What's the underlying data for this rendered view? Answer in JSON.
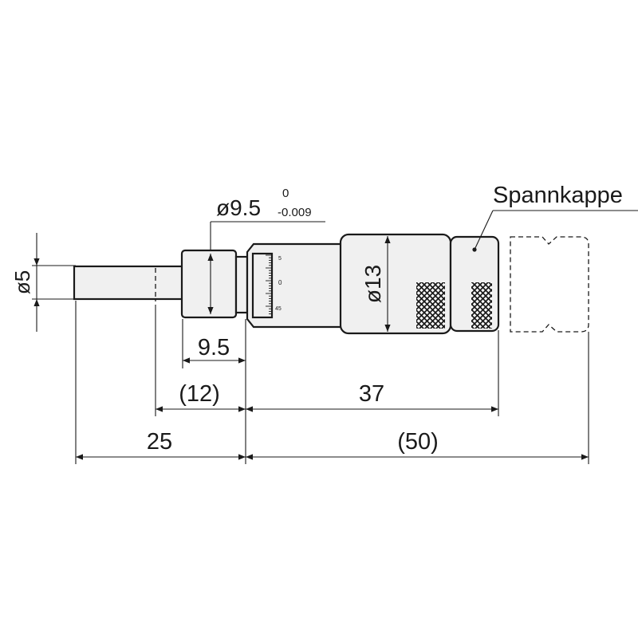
{
  "labels": {
    "spannkappe": "Spannkappe",
    "spindle_diameter": "ø5",
    "stem_diameter": "ø9.5",
    "stem_tol_upper": "0",
    "stem_tol_lower": "-0.009",
    "thimble_diameter": "ø13",
    "stem_length": "9.5",
    "clamp_length": "(12)",
    "spindle_length": "25",
    "body_length": "37",
    "body_length_max": "(50)"
  },
  "scale_marks": {
    "upper": "5",
    "middle": "0",
    "lower": "45"
  }
}
